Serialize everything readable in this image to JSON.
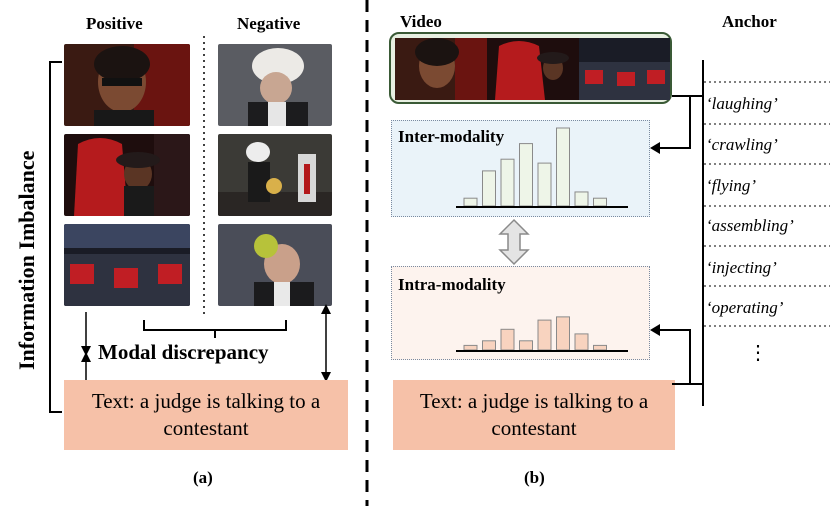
{
  "panel_a": {
    "positive_header": "Positive",
    "negative_header": "Negative",
    "side_label": "Information Imbalance",
    "discrepancy_label": "Modal discrepancy",
    "text_box": "Text: a judge is talking to a contestant",
    "caption": "(a)"
  },
  "panel_b": {
    "video_header": "Video",
    "anchor_header": "Anchor",
    "inter_label": "Inter-modality",
    "intra_label": "Intra-modality",
    "text_box": "Text: a judge is talking to a contestant",
    "caption": "(b)",
    "anchors": [
      "‘laughing’",
      "‘crawling’",
      "‘flying’",
      "‘assembling’",
      "‘injecting’",
      "‘operating’"
    ],
    "ellipsis": "⋮"
  },
  "colors": {
    "text_box_fill": "#f6c1a8",
    "inter_panel_fill": "#eaf3f9",
    "intra_panel_fill": "#fdf3ee",
    "inter_bar_fill": "#eef5e8",
    "intra_bar_fill": "#f8d3bf"
  },
  "histograms": {
    "inter": [
      0.1,
      0.45,
      0.6,
      0.8,
      0.55,
      1.0,
      0.18,
      0.1
    ],
    "intra": [
      0.1,
      0.2,
      0.45,
      0.2,
      0.65,
      0.72,
      0.35,
      0.1
    ]
  }
}
